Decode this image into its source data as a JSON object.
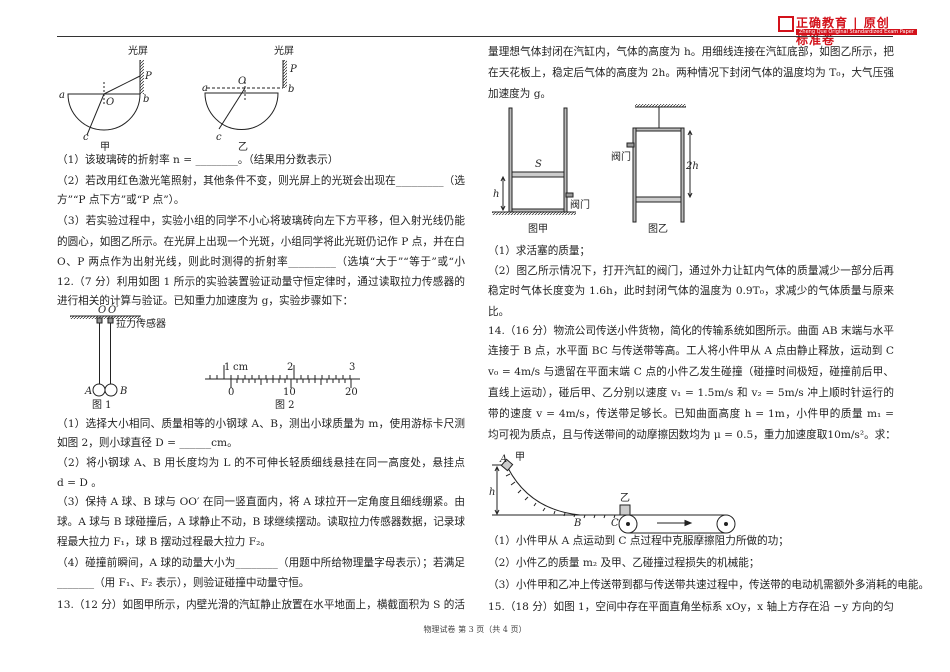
{
  "header": {
    "logo_main": "正确教育 | 原创标准卷",
    "logo_sub": "Zheng Que Original Standardized Exam Paper",
    "brand_color": "#d3121b"
  },
  "left": {
    "lines": [
      "（1）该玻璃砖的折射率 n = ________。（结果用分数表示）",
      "（2）若改用红色激光笔照射，其他条件不变，则光屏上的光斑会出现在_________（选填“P 点上",
      "方”“P 点下方”或“P 点”）。",
      "（3）若实验过程中，实验小组的同学不小心将玻璃砖向左下方平移，但入射光线仍能通过玻璃砖",
      "的圆心，如图乙所示。在光屏上出现一个光斑，小组同学将此光斑仍记作 P 点，并在白纸上连接",
      "O、P 两点作为出射光线，则此时测得的折射率_________（选填“大于”“等于”或“小于”）真实值。",
      "12.（7 分）利用如图 1 所示的实验装置验证动量守恒定律时，通过读取拉力传感器的示数，可以",
      "进行相关的计算与验证。已知重力加速度为 g，实验步骤如下：",
      "（1）选择大小相同、质量相等的小钢球 A、B，测出小球质量为 m，使用游标卡尺测量小球直径，",
      "如图 2，则小球直径 D = ______cm。",
      "（2）将小钢球 A、B 用长度均为 L 的不可伸长轻质细线悬挂在同一高度处，悬挂点 O、O′ 间距",
      "d = D 。",
      "（3）保持 A 球、B 球与 OO′ 在同一竖直面内，将 A 球拉开一定角度且细线绷紧。由静止释放 A",
      "球。A 球与 B 球碰撞后，A 球静止不动，B 球继续摆动。读取拉力传感器数据，记录球 A 摆动过",
      "程最大拉力 F₁，球 B 摆动过程最大拉力 F₂。",
      "（4）碰撞前瞬间，A 球的动量大小为________（用题中所给物理量字母表示）；若满足关系式",
      "_______（用 F₁、F₂ 表示），则验证碰撞中动量守恒。",
      "13.（12 分）如图甲所示，内壁光滑的汽缸静止放置在水平地面上，横截面积为 S 的活塞把一定质"
    ]
  },
  "right": {
    "lines": [
      "量理想气体封闭在汽缸内，气体的高度为 h。用细线连接在汽缸底部，如图乙所示，把汽缸悬挂",
      "在天花板上，稳定后气体的高度为 2h。两种情况下封闭气体的温度均为 T₀，大气压强为 p₀，重力",
      "加速度为 g。",
      "（1）求活塞的质量；",
      "（2）图乙所示情况下，打开汽缸的阀门，通过外力让缸内气体的质量减少一部分后再关闭阀门，",
      "稳定时气体长度变为 1.6h，此时封闭气体的温度为 0.9T₀，求减少的气体质量与原来的气体质量之",
      "比。",
      "14.（16 分）物流公司传送小件货物，简化的传输系统如图所示。曲面 AB 末端与水平面 BC 平滑",
      "连接于 B 点，水平面 BC 与传送带等高。工人将小件甲从 A 点由静止释放，运动到 C 点时以速度",
      "v₀ = 4m/s 与遗留在平面末端 C 点的小件乙发生碰撞（碰撞时间极短，碰撞前后甲、乙在同一条",
      "直线上运动），碰后甲、乙分别以速度 v₁ = 1.5m/s 和 v₂ = 5m/s 冲上顺时针运行的传送带上，传送",
      "带的速度 v = 4m/s，传送带足够长。已知曲面高度 h = 1m，小件甲的质量 m₁ = 4kg，小件甲、乙",
      "均可视为质点，且与传送带间的动摩擦因数均为 μ = 0.5，重力加速度取10m/s²。求：",
      "（1）小件甲从 A 点运动到 C 点过程中克服摩擦阻力所做的功；",
      "（2）小件乙的质量 m₂ 及甲、乙碰撞过程损失的机械能；",
      "（3）小件甲和乙冲上传送带到都与传送带共速过程中，传送带的电动机需额外多消耗的电能。",
      "15.（18 分）如图 1，空间中存在平面直角坐标系 xOy，x 轴上方存在沿 −y 方向的匀强电场，x 轴"
    ]
  },
  "figures": {
    "optics": {
      "screen": "光屏",
      "a": "a",
      "b": "b",
      "c": "c",
      "O": "O",
      "P": "P",
      "cap1": "甲",
      "cap2": "乙"
    },
    "pendulum": {
      "O": "O",
      "O2": "O′",
      "sensor": "拉力传感器",
      "A": "A",
      "B": "B",
      "cap": "图 1"
    },
    "vernier": {
      "top": [
        "1",
        "cm",
        "2",
        "3"
      ],
      "bottom": [
        "0",
        "10",
        "20"
      ],
      "cap": "图 2"
    },
    "cylinder": {
      "S": "S",
      "h": "h",
      "valve": "阀门",
      "cap1": "图甲",
      "h2": "2h",
      "cap2": "图乙"
    },
    "conveyor": {
      "A": "A",
      "jia": "甲",
      "h": "h",
      "B": "B",
      "C": "C",
      "yi": "乙"
    }
  },
  "footer": {
    "text": "物理试卷 第 3 页（共 4 页）"
  }
}
